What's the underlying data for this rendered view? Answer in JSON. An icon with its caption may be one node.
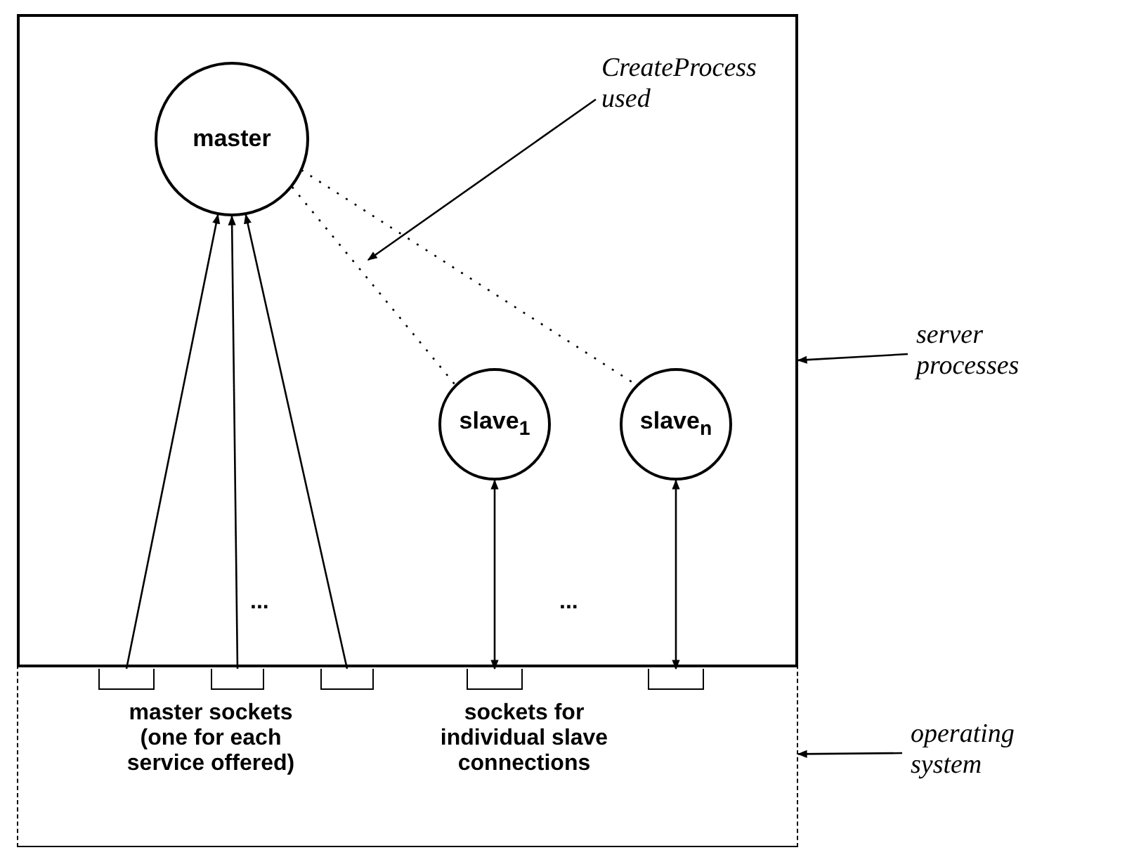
{
  "diagram": {
    "nodes": [
      {
        "text": [],
        "shape": "box"
      },
      {
        "text": [
          "master sockets (one for each service offered)",
          "sockets for individual slave connections"
        ]
      },
      {
        "text": [
          "master"
        ],
        "in": 0
      },
      {
        "text": [
          "slave$_{1}$"
        ],
        "in": 0
      },
      {
        "text": [
          "slave$_{n}$"
        ],
        "in": 0
      },
      {
        "text": [],
        "shape": "box",
        "in": 1
      },
      {
        "text": [],
        "shape": "box",
        "in": 1
      },
      {
        "text": [],
        "shape": "box",
        "in": 1
      },
      {
        "text": [],
        "shape": "box",
        "in": 1
      },
      {
        "text": [],
        "shape": "box",
        "in": 1
      },
      {
        "text": [
          "CreateProcess used"
        ],
        "in": 0
      },
      {
        "text": [
          "server processes"
        ]
      },
      {
        "text": [
          "operating system"
        ]
      }
    ],
    "edges": [
      {
        "from": 5,
        "to": 2,
        "arrow": "to"
      },
      {
        "from": 6,
        "to": 2,
        "arrow": "to"
      },
      {
        "from": 7,
        "to": 2,
        "arrow": "to"
      },
      {
        "from": 8,
        "to": 3,
        "arrow": "both"
      },
      {
        "from": 9,
        "to": 4,
        "arrow": "both"
      },
      {
        "from": 2,
        "to": 3,
        "arrow": "none",
        "style": "dashed"
      },
      {
        "from": 2,
        "to": 4,
        "arrow": "none",
        "style": "dashed"
      },
      {
        "from": 10,
        "to": null,
        "arrow": "to"
      },
      {
        "from": 11,
        "to": 0,
        "arrow": "to"
      },
      {
        "from": 12,
        "to": 1,
        "arrow": "to"
      }
    ],
    "labels": [
      "...",
      "..."
    ]
  }
}
